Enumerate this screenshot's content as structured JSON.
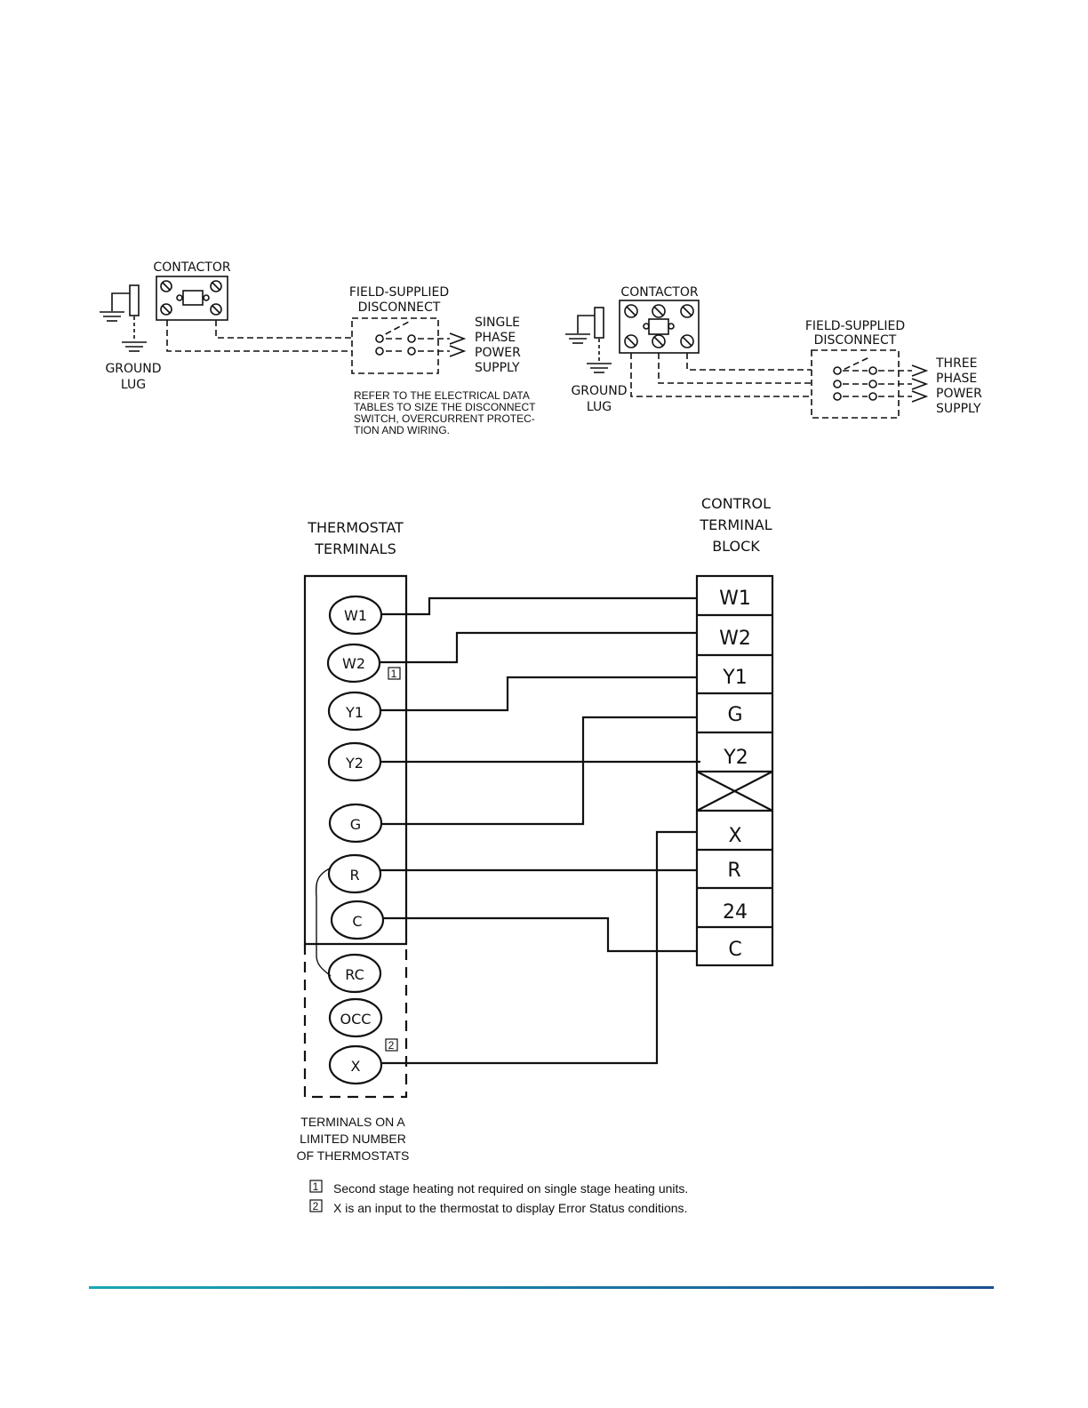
{
  "single_phase": {
    "contactor": "CONTACTOR",
    "ground_lug": [
      "GROUND",
      "LUG"
    ],
    "disconnect": [
      "FIELD-SUPPLIED",
      "DISCONNECT"
    ],
    "supply": [
      "SINGLE",
      "PHASE",
      "POWER",
      "SUPPLY"
    ],
    "refer_note": [
      "REFER TO THE ELECTRICAL DATA",
      "TABLES TO SIZE THE DISCONNECT",
      "SWITCH, OVERCURRENT PROTEC-",
      "TION AND WIRING."
    ]
  },
  "three_phase": {
    "contactor": "CONTACTOR",
    "ground_lug": [
      "GROUND",
      "LUG"
    ],
    "disconnect": [
      "FIELD-SUPPLIED",
      "DISCONNECT"
    ],
    "supply": [
      "THREE",
      "PHASE",
      "POWER",
      "SUPPLY"
    ]
  },
  "thermostat": {
    "heading": [
      "THERMOSTAT",
      "TERMINALS"
    ],
    "terminals": [
      "W1",
      "W2",
      "Y1",
      "Y2",
      "G",
      "R",
      "C"
    ],
    "optional_terminals": [
      "RC",
      "OCC",
      "X"
    ],
    "optional_caption": [
      "TERMINALS ON A",
      "LIMITED NUMBER",
      "OF THERMOSTATS"
    ]
  },
  "control_block": {
    "heading": [
      "CONTROL",
      "TERMINAL",
      "BLOCK"
    ],
    "cells": [
      "W1",
      "W2",
      "Y1",
      "G",
      "Y2",
      "",
      "X",
      "R",
      "24",
      "C"
    ]
  },
  "notes": [
    {
      "marker": "1",
      "text": "Second stage heating not required on single stage heating units."
    },
    {
      "marker": "2",
      "text": "X is an input to the thermostat to display Error Status conditions."
    }
  ],
  "colors": {
    "line": "#111111",
    "footer_start": "#19a7b5",
    "footer_end": "#1b4f93"
  }
}
